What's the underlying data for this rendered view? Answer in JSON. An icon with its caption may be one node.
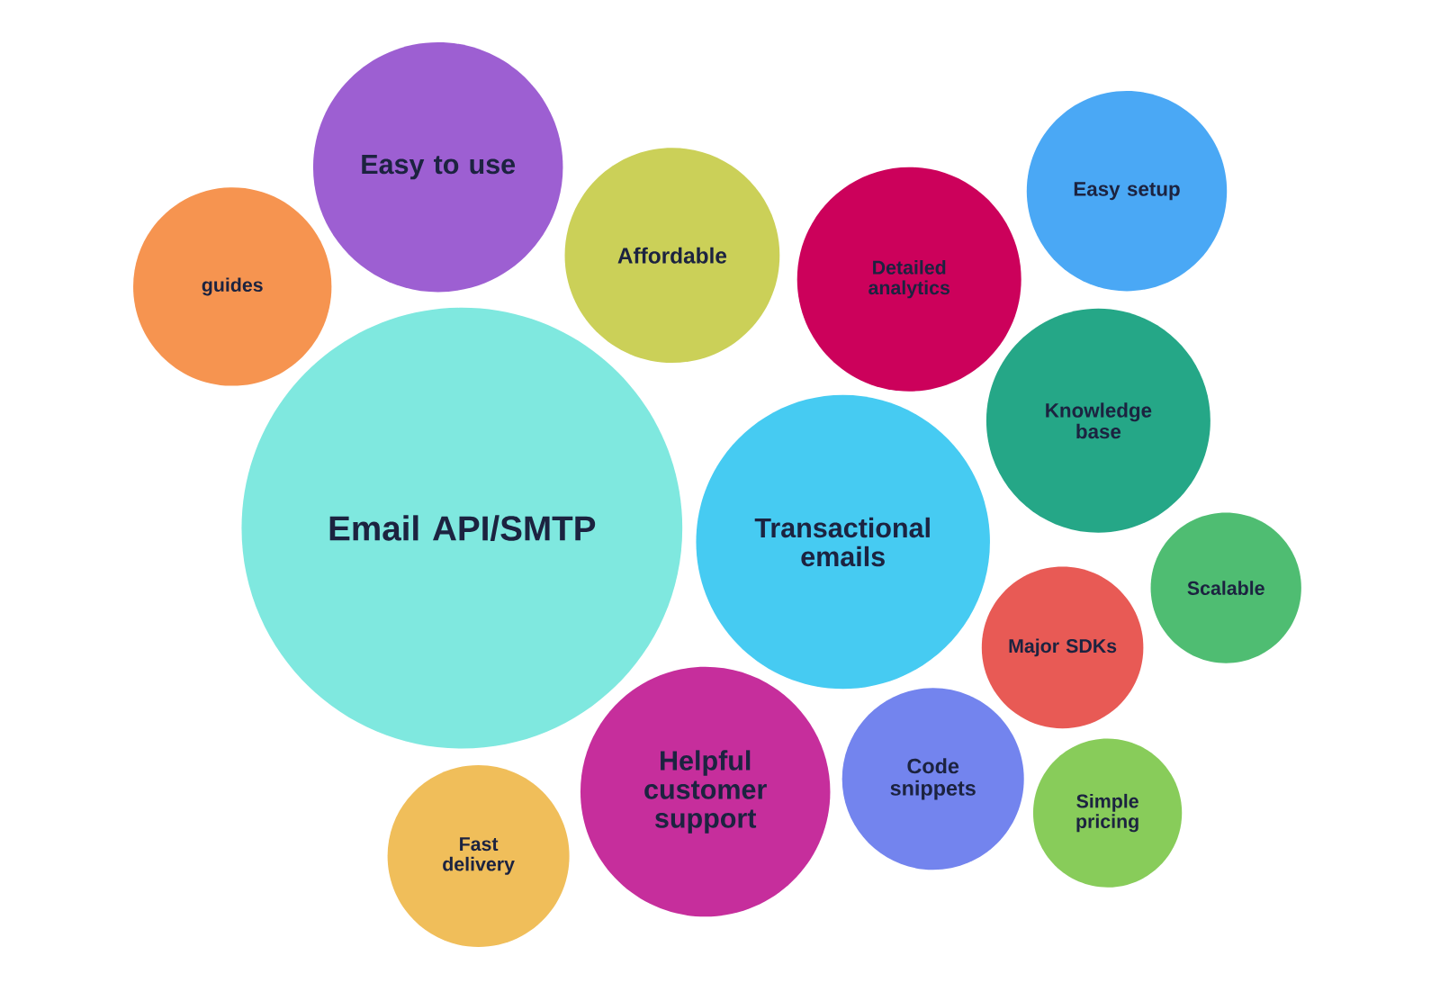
{
  "diagram": {
    "nodes": [
      {
        "text": [
          "Easy to use"
        ]
      },
      {
        "text": [
          "Easy setup"
        ]
      },
      {
        "text": [
          "Affordable"
        ]
      },
      {
        "text": [
          "Detailed analytics"
        ]
      },
      {
        "text": [
          "guides"
        ]
      },
      {
        "text": [
          "Knowledge base"
        ]
      },
      {
        "text": [
          "Email API/SMTP"
        ]
      },
      {
        "text": [
          "Transactional emails"
        ]
      },
      {
        "text": [
          "Scalable"
        ]
      },
      {
        "text": [
          "Major SDKs"
        ]
      },
      {
        "text": [
          "Code snippets"
        ]
      },
      {
        "text": [
          "Helpful customer support"
        ]
      },
      {
        "text": [
          "Simple pricing"
        ]
      },
      {
        "text": [
          "Fast delivery"
        ]
      }
    ]
  }
}
